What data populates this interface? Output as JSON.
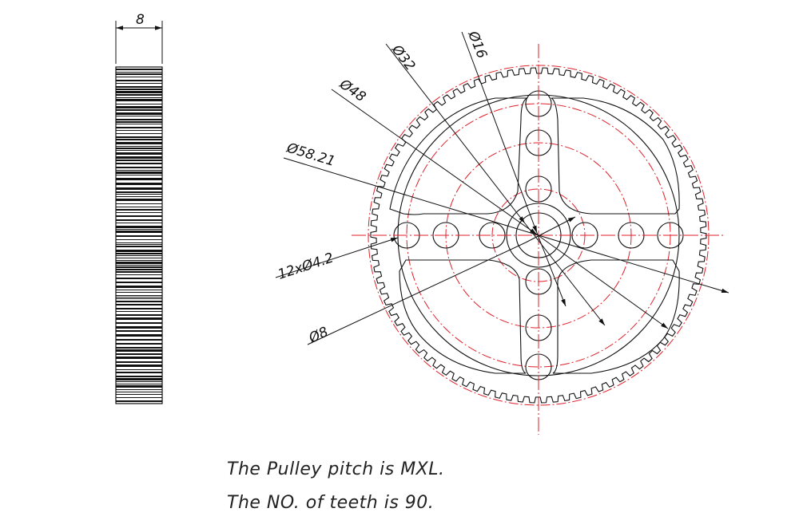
{
  "dimensions": {
    "width_label": "8",
    "d32": "Ø32",
    "d16": "Ø16",
    "d48": "Ø48",
    "d58": "Ø58.21",
    "holes": "12xØ4.2",
    "d8": "Ø8"
  },
  "pulley": {
    "teeth": 90,
    "holes": 12
  },
  "notes": {
    "pitch": "The Pulley pitch is MXL.",
    "teeth": "The NO. of teeth is 90."
  },
  "colors": {
    "line": "#111111",
    "centerline": "#e0202a"
  }
}
